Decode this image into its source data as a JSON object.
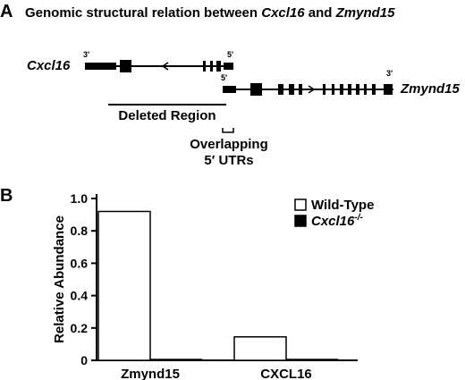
{
  "panel_a": {
    "letter": "A",
    "title_part1": "Genomic structural relation between ",
    "title_gene1": "Cxcl16",
    "title_and": " and ",
    "title_gene2": "Zmynd15",
    "gene1": {
      "name": "Cxcl16",
      "end_left": "3'",
      "end_right": "5'"
    },
    "gene2": {
      "name": "Zmynd15",
      "end_left": "5'",
      "end_right": "3'"
    },
    "deleted_label": "Deleted Region",
    "overlap_label_line1": "Overlapping",
    "overlap_label_line2": "5′ UTRs"
  },
  "panel_b": {
    "letter": "B",
    "chart_data": {
      "type": "bar",
      "categories": [
        "Zmynd15",
        "CXCL16"
      ],
      "series": [
        {
          "name": "Wild-Type",
          "values": [
            0.92,
            0.145
          ],
          "color": "#ffffff"
        },
        {
          "name": "Cxcl16-/-",
          "values": [
            0.005,
            0.005
          ],
          "color": "#000000"
        }
      ],
      "ylabel": "Relative Abundance",
      "ylim": [
        0,
        1.0
      ],
      "yticks": [
        "0",
        "0.2",
        "0.4",
        "0.6",
        "0.8",
        "1.0"
      ],
      "legend": [
        {
          "label": "Wild-Type",
          "italic": false,
          "swatch": "white"
        },
        {
          "label": "Cxcl16",
          "superscript": "-/-",
          "italic": true,
          "swatch": "black"
        }
      ],
      "legend_position": "top-right",
      "grid": false
    }
  }
}
